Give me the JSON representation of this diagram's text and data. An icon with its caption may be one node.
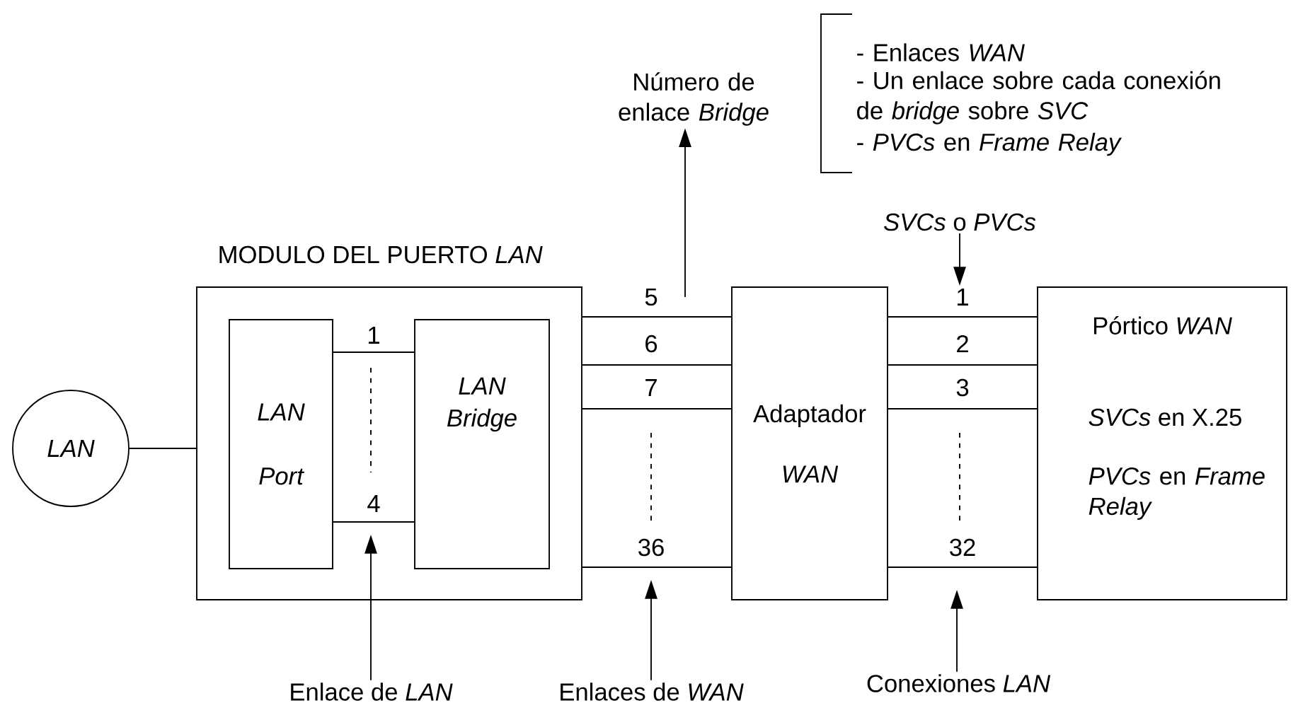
{
  "diagram": {
    "nodes": [
      {
        "text": [
          "Número de enlace *Bridge*"
        ]
      },
      {
        "text": [
          "*SVCs* o *PVCs*"
        ]
      },
      {
        "text": [
          "MODULO DEL PUERTO *LAN*"
        ]
      },
      {
        "text": [
          "LAN"
        ]
      },
      {
        "text": [
          "LAN Port"
        ],
        "in": 2
      },
      {
        "text": [
          "LAN Bridge"
        ],
        "in": 2
      },
      {
        "text": [
          "Adaptador *WAN*"
        ]
      },
      {
        "text": [
          "Pórtico *WAN*",
          "*SVCs* en X.25",
          "*PVCs* en *Frame Relay*"
        ]
      },
      {
        "text": [
          "Enlace de *LAN*"
        ]
      },
      {
        "text": [
          "Enlaces de *WAN*"
        ]
      },
      {
        "text": [
          "Conexiones *LAN*"
        ]
      }
    ],
    "edges": [
      {
        "from": 3,
        "to": 2,
        "arrow": "none"
      },
      {
        "from": 4,
        "to": 5,
        "arrow": "none",
        "label": "1"
      },
      {
        "from": 4,
        "to": 5,
        "arrow": "none",
        "label": "4"
      },
      {
        "from": 2,
        "to": 6,
        "arrow": "none",
        "label": "5"
      },
      {
        "from": 2,
        "to": 6,
        "arrow": "none",
        "label": "6"
      },
      {
        "from": 2,
        "to": 6,
        "arrow": "none",
        "label": "7"
      },
      {
        "from": 2,
        "to": 6,
        "arrow": "none",
        "label": "36"
      },
      {
        "from": 6,
        "to": 7,
        "arrow": "none",
        "label": "1"
      },
      {
        "from": 6,
        "to": 7,
        "arrow": "none",
        "label": "2"
      },
      {
        "from": 6,
        "to": 7,
        "arrow": "none",
        "label": "3"
      },
      {
        "from": 6,
        "to": 7,
        "arrow": "none",
        "label": "32"
      },
      {
        "from": null,
        "to": 0,
        "arrow": "to"
      },
      {
        "from": 1,
        "to": null,
        "arrow": "to"
      },
      {
        "from": 8,
        "to": null,
        "arrow": "to"
      },
      {
        "from": 9,
        "to": null,
        "arrow": "to"
      },
      {
        "from": 10,
        "to": null,
        "arrow": "to"
      }
    ],
    "labels": [
      "- Enlaces *WAN*",
      "- Un enlace sobre cada conexión de *bridge* sobre *SVC*",
      "- *PVCs* en *Frame Relay*"
    ]
  }
}
